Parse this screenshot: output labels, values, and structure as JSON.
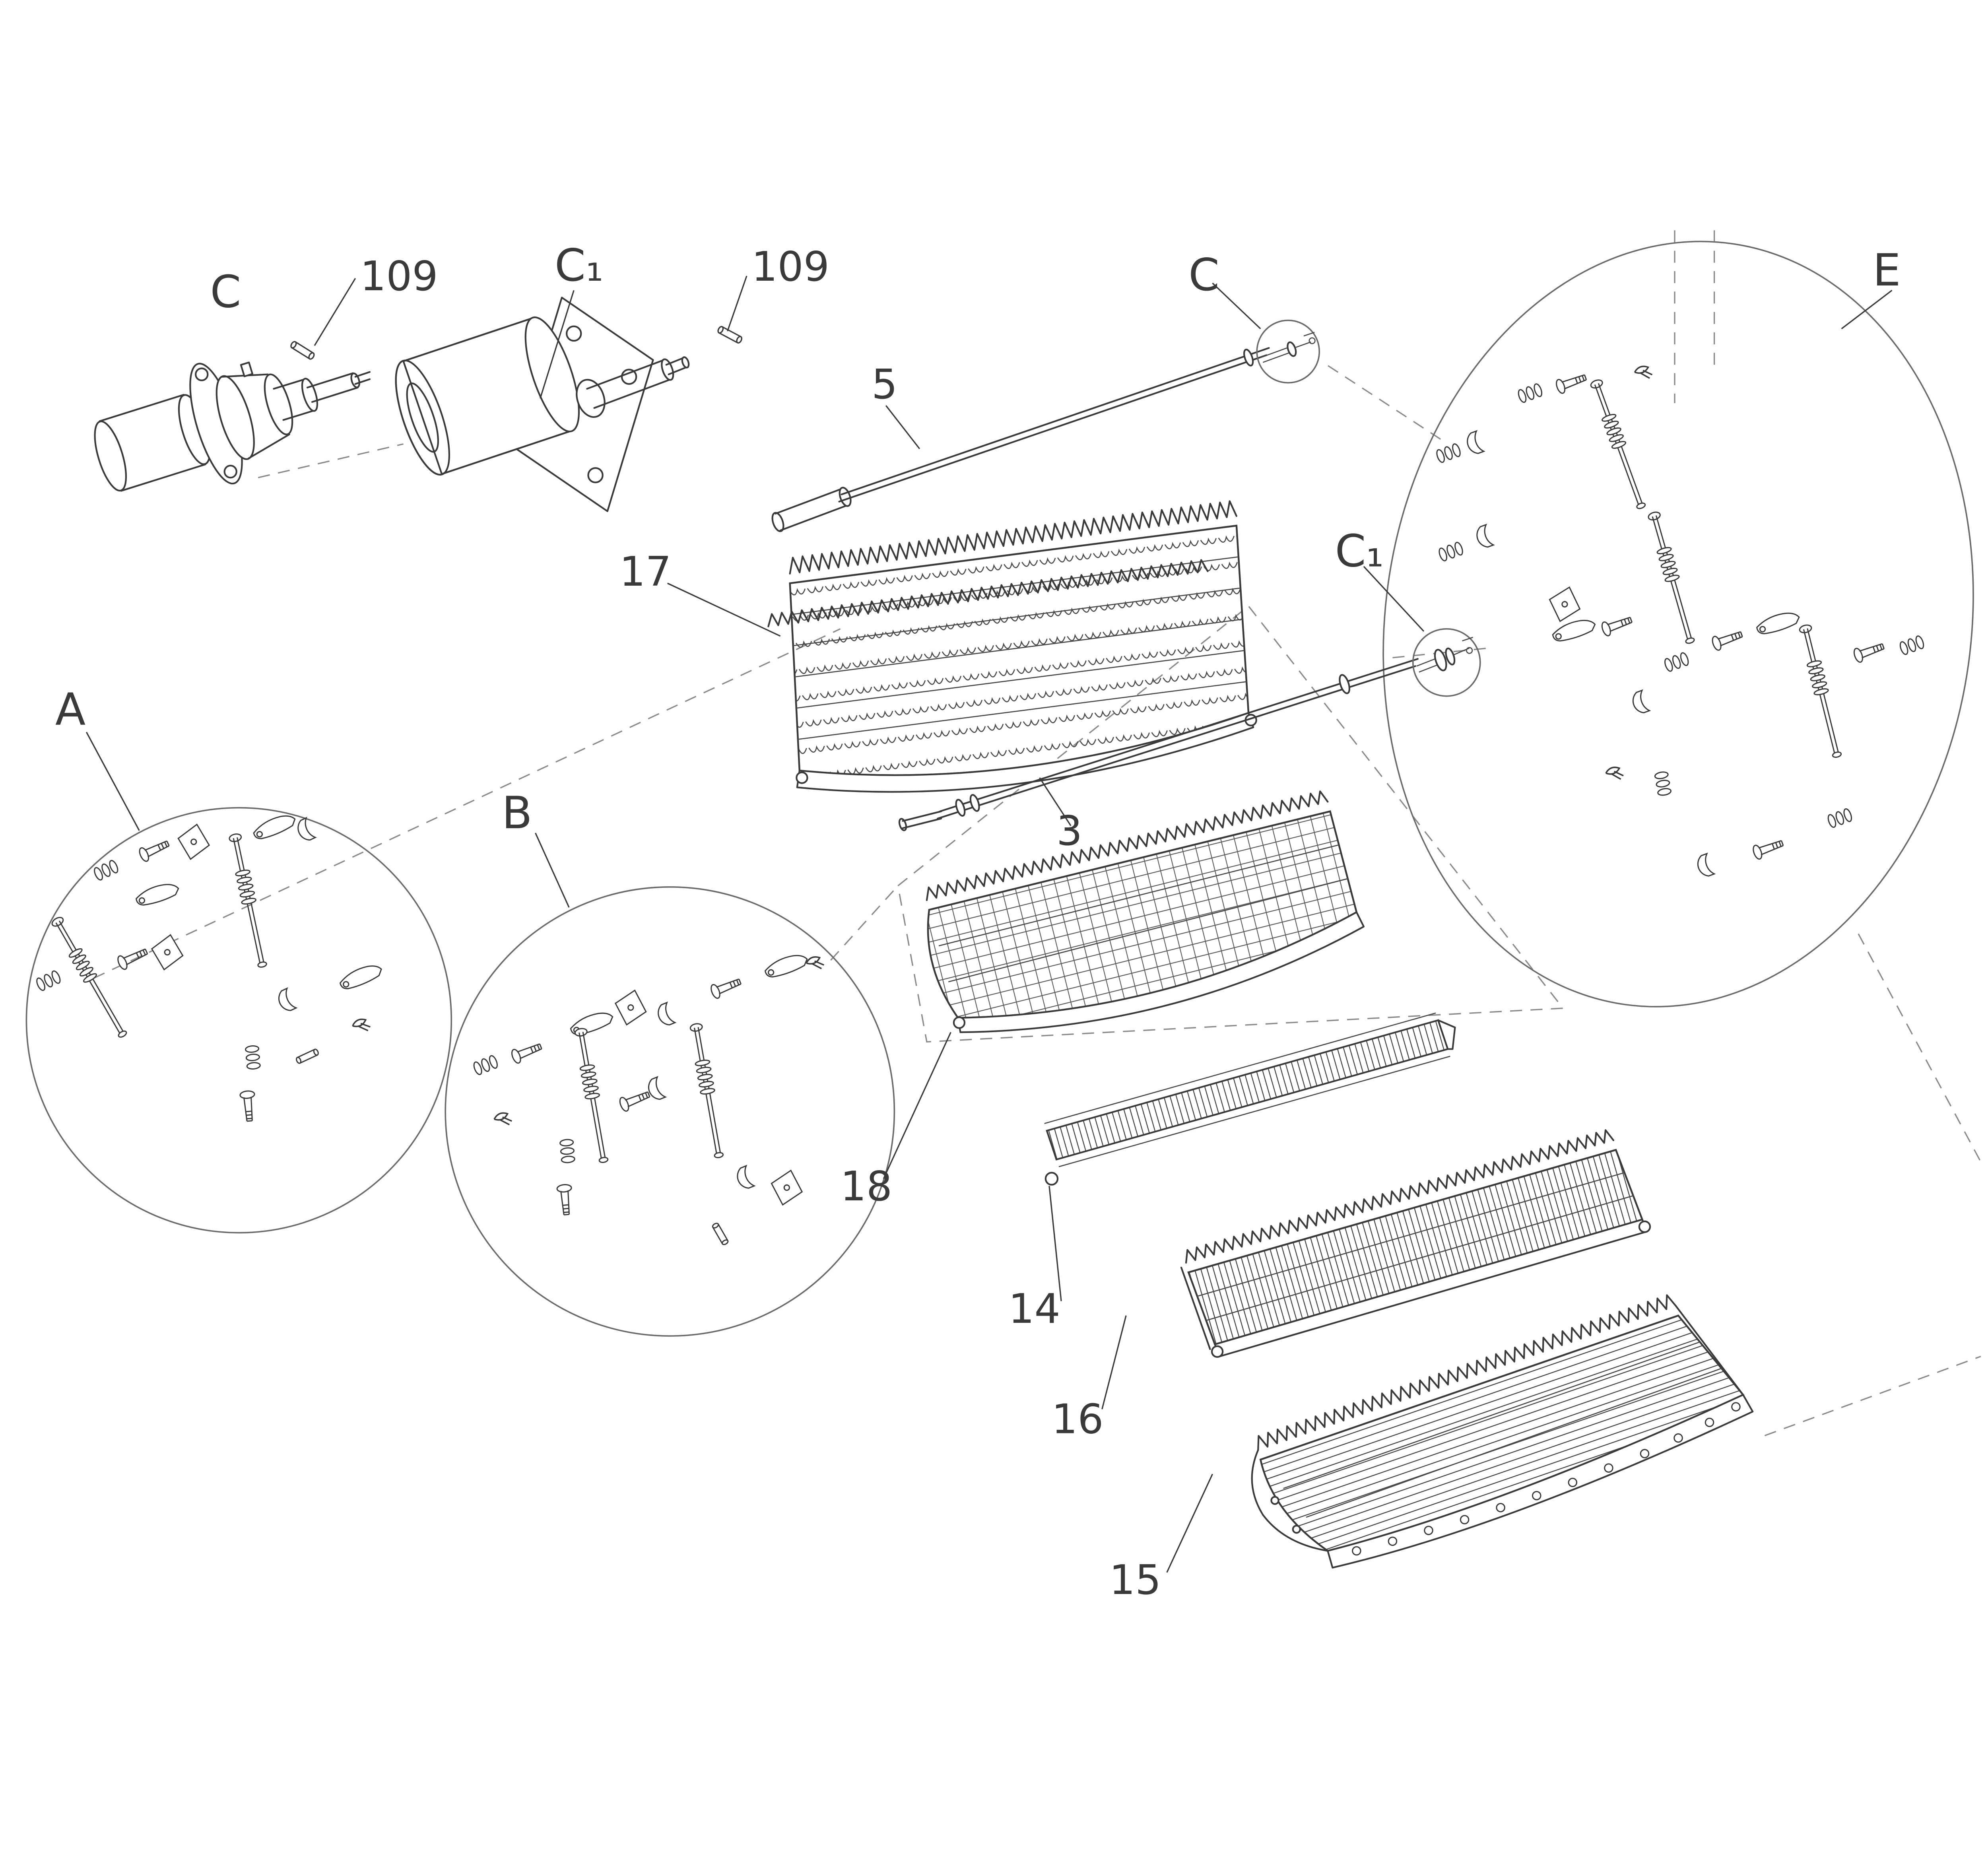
{
  "diagram": {
    "background": "#ffffff",
    "line_color": "#3a3a3a",
    "callouts": {
      "bearing_left_letter": "C",
      "bearing_left_pin": "109",
      "bearing_right_letter": "C₁",
      "bearing_right_pin": "109",
      "upper_shaft": "5",
      "detail_circle_c": "C",
      "threshing_concave": "17",
      "detail_circle_c1": "C₁",
      "lower_shaft": "3",
      "detail_circle_a": "A",
      "detail_circle_b": "B",
      "detail_region_e": "E",
      "upper_sieve": "18",
      "finger_frame": "14",
      "middle_sieve": "16",
      "lower_sieve": "15"
    }
  }
}
